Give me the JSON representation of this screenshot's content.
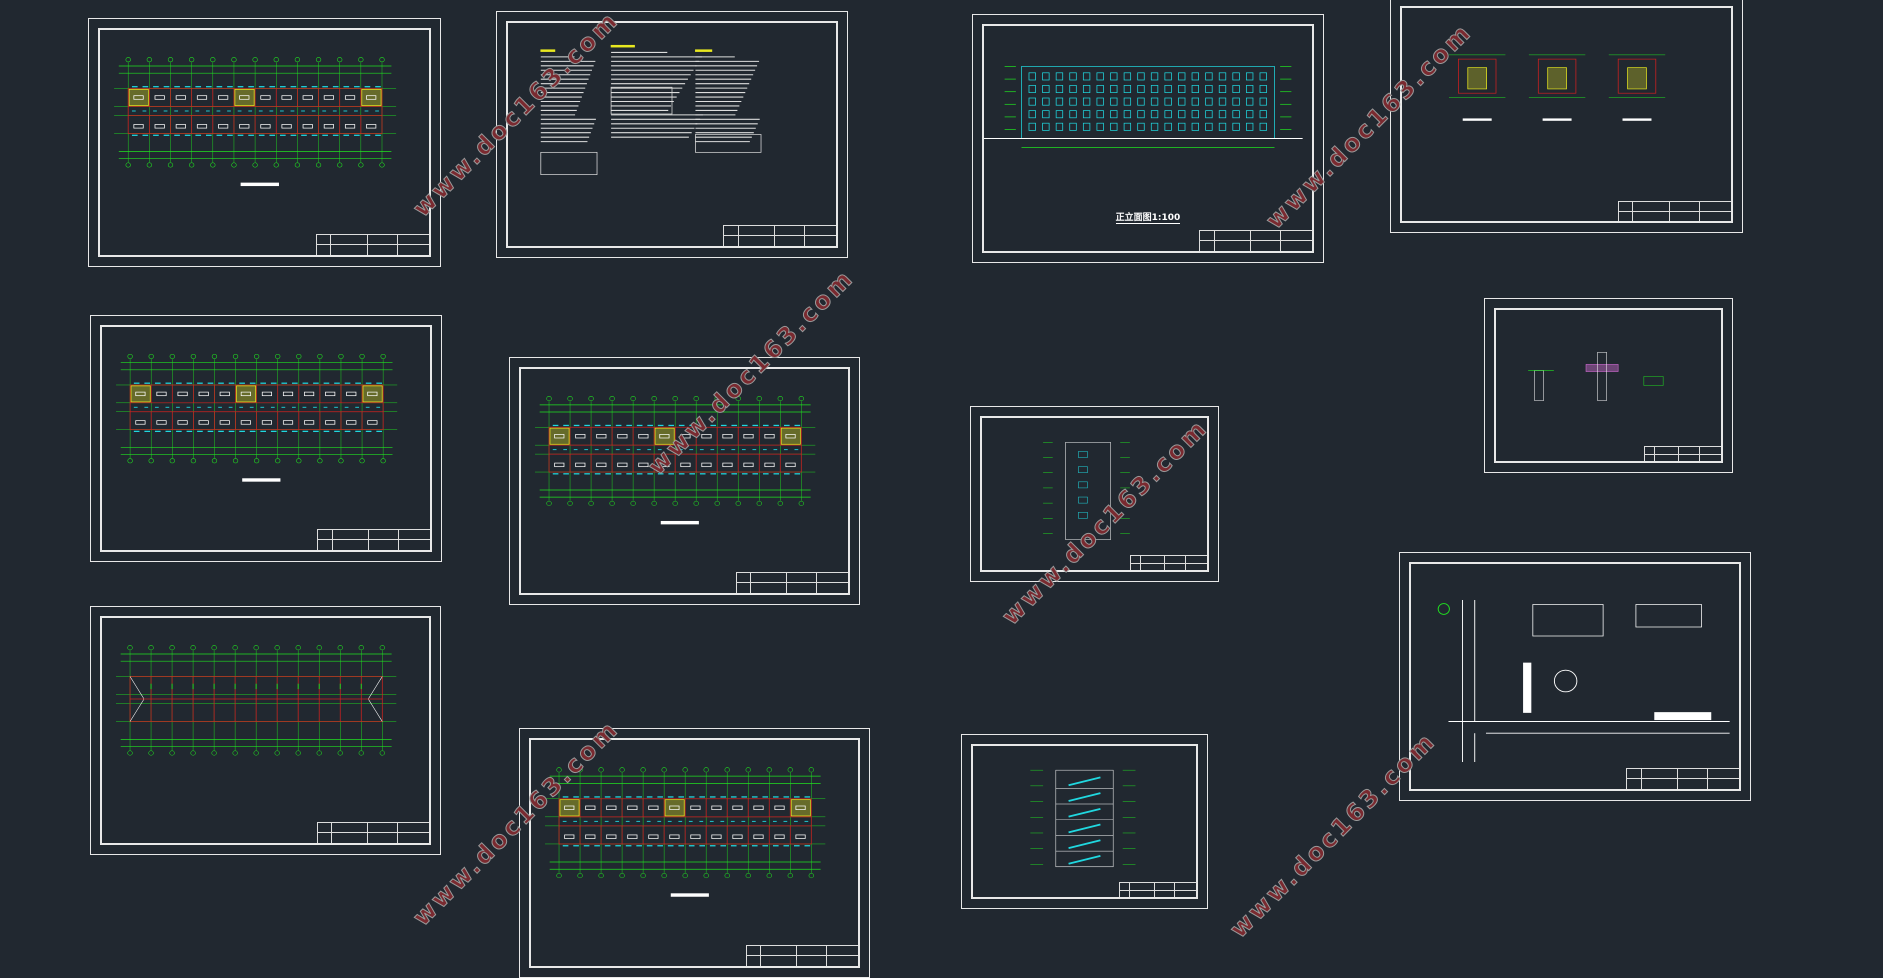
{
  "watermark": "www.doc163.com",
  "elevation_caption": "正立面图1:100",
  "colors": {
    "background": "#212830",
    "wall": "#d02020",
    "dimension": "#20e020",
    "window": "#20d8e0",
    "stair": "#e8e820",
    "frame": "#e8e8e8",
    "watermark": "#7a2a30"
  },
  "sheets": [
    {
      "type": "floor-plan"
    },
    {
      "type": "design-notes"
    },
    {
      "type": "front-elevation"
    },
    {
      "type": "stair-details"
    },
    {
      "type": "floor-plan"
    },
    {
      "type": "floor-plan"
    },
    {
      "type": "side-elevation"
    },
    {
      "type": "wall-details"
    },
    {
      "type": "roof-plan"
    },
    {
      "type": "floor-plan"
    },
    {
      "type": "section"
    },
    {
      "type": "site-plan"
    }
  ]
}
